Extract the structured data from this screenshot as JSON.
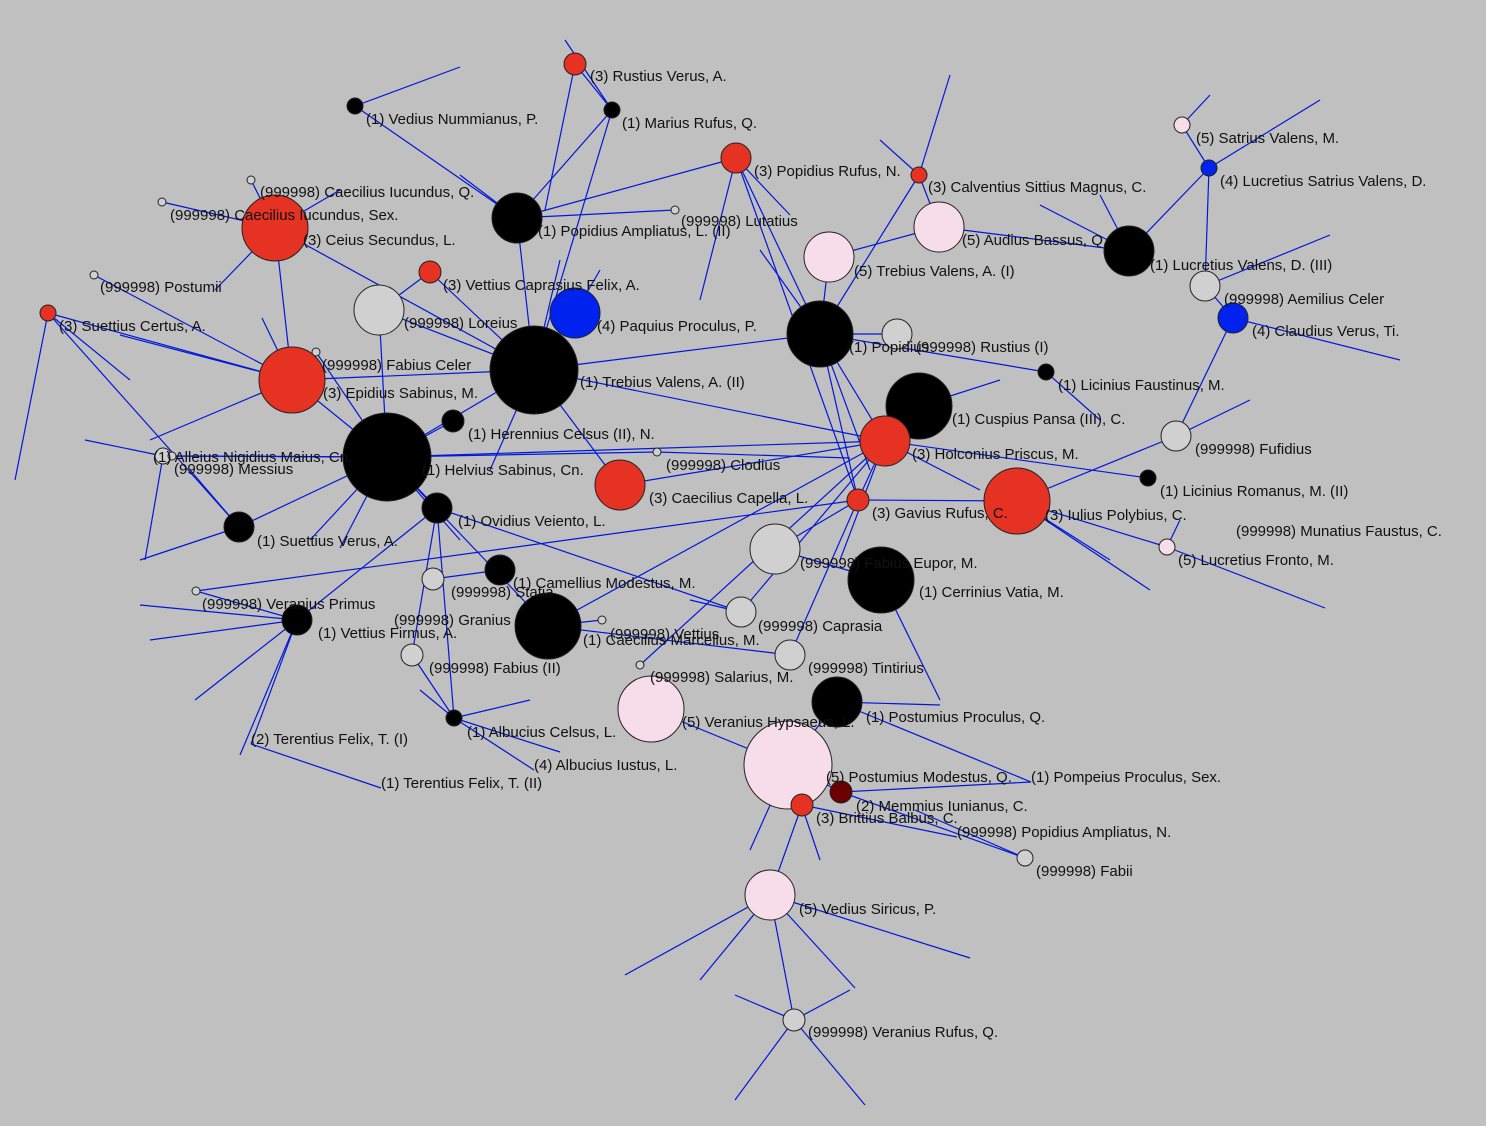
{
  "palette": {
    "background": "#c0c0c0",
    "edge": "#0018d8",
    "group1": "#000000",
    "group2": "#6b0000",
    "group3": "#e53222",
    "group4": "#0022ee",
    "group5": "#f7dde9",
    "group999998": "#d0d0d0"
  },
  "nodes": [
    {
      "label": "(3) Rustius Verus, A.",
      "group": "3",
      "size": "s"
    },
    {
      "label": "(1) Vedius Nummianus, P.",
      "group": "1",
      "size": "xs"
    },
    {
      "label": "(1) Marius Rufus, Q.",
      "group": "1",
      "size": "xs"
    },
    {
      "label": "(3) Popidius Rufus, N.",
      "group": "3",
      "size": "m"
    },
    {
      "label": "(999998) Caecilius Iucundus, Q.",
      "group": "999998",
      "size": "xxs"
    },
    {
      "label": "(999998) Caecilius Iucundus, Sex.",
      "group": "999998",
      "size": "xxs"
    },
    {
      "label": "(3) Ceius Secundus, L.",
      "group": "3",
      "size": "xl"
    },
    {
      "label": "(1) Popidius Ampliatus, L. (II)",
      "group": "1",
      "size": "l"
    },
    {
      "label": "(999998) Lutatius",
      "group": "999998",
      "size": "xxs"
    },
    {
      "label": "(999998) Postumii",
      "group": "999998",
      "size": "xxs"
    },
    {
      "label": "(3) Vettius Caprasius Felix, A.",
      "group": "3",
      "size": "s"
    },
    {
      "label": "(3) Suettius Certus, A.",
      "group": "3",
      "size": "xs"
    },
    {
      "label": "(999998) Loreius",
      "group": "999998",
      "size": "l"
    },
    {
      "label": "(4) Paquius Proculus, P.",
      "group": "4",
      "size": "l"
    },
    {
      "label": "(999998) Fabius Celer",
      "group": "999998",
      "size": "xxs"
    },
    {
      "label": "(3) Epidius Sabinus, M.",
      "group": "3",
      "size": "xl"
    },
    {
      "label": "(1) Trebius Valens, A. (II)",
      "group": "1",
      "size": "xxl"
    },
    {
      "label": "(1) Herennius Celsus (II), N.",
      "group": "1",
      "size": "s"
    },
    {
      "label": "(1) Alleius Nigidius Maius, Cn.",
      "group": "999998",
      "size": "xs"
    },
    {
      "label": "(999998) Messius",
      "group": "999998",
      "size": "xxs"
    },
    {
      "label": "(1) Helvius Sabinus, Cn.",
      "group": "1",
      "size": "xxl"
    },
    {
      "label": "(999998) Clodius",
      "group": "999998",
      "size": "xxs"
    },
    {
      "label": "(1) Suettius Verus, A.",
      "group": "1",
      "size": "m"
    },
    {
      "label": "(1) Ovidius Veiento, L.",
      "group": "1",
      "size": "m"
    },
    {
      "label": "(3) Caecilius Capella, L.",
      "group": "3",
      "size": "l"
    },
    {
      "label": "(1) Camellius Modestus, M.",
      "group": "1",
      "size": "m"
    },
    {
      "label": "(999998) Statia",
      "group": "999998",
      "size": "s"
    },
    {
      "label": "(999998) Veranius Primus",
      "group": "999998",
      "size": "xxs"
    },
    {
      "label": "(999998) Granius",
      "group": "999998",
      "size": "xxs"
    },
    {
      "label": "(1) Vettius Firmus, A.",
      "group": "1",
      "size": "m"
    },
    {
      "label": "(1) Caecilius Marcellus, M.",
      "group": "1",
      "size": "xl"
    },
    {
      "label": "(999998) Vettius",
      "group": "999998",
      "size": "xxs"
    },
    {
      "label": "(999998) Fabius (II)",
      "group": "999998",
      "size": "s"
    },
    {
      "label": "(999998) Salarius, M.",
      "group": "999998",
      "size": "xs"
    },
    {
      "label": "(2) Terentius Felix, T. (I)",
      "group": "999998",
      "size": "none"
    },
    {
      "label": "(1) Albucius Celsus, L.",
      "group": "1",
      "size": "xs"
    },
    {
      "label": "(1) Terentius Felix, T. (II)",
      "group": "999998",
      "size": "none"
    },
    {
      "label": "(4) Albucius Iustus, L.",
      "group": "999998",
      "size": "none"
    },
    {
      "label": "(5) Veranius Hypsaeus, L.",
      "group": "5",
      "size": "xl"
    },
    {
      "label": "(5) Postumius Modestus, Q.",
      "group": "5",
      "size": "xxl"
    },
    {
      "label": "(2) Memmius Iunianus, C.",
      "group": "2",
      "size": "s"
    },
    {
      "label": "(3) Brittius Balbus, C.",
      "group": "3",
      "size": "s"
    },
    {
      "label": "(5) Vedius Siricus, P.",
      "group": "5",
      "size": "l"
    },
    {
      "label": "(999998) Veranius Rufus, Q.",
      "group": "999998",
      "size": "s"
    },
    {
      "label": "(3) Calventius Sittius Magnus, C.",
      "group": "3",
      "size": "xs"
    },
    {
      "label": "(5) Audius Bassus, Q.",
      "group": "5",
      "size": "l"
    },
    {
      "label": "(5) Trebius Valens, A. (I)",
      "group": "5",
      "size": "l"
    },
    {
      "label": "(1) Popidius",
      "group": "1",
      "size": "xl"
    },
    {
      "label": "(999998) Rustius (I)",
      "group": "999998",
      "size": "m"
    },
    {
      "label": "(1) Cuspius Pansa (III), C.",
      "group": "1",
      "size": "xl"
    },
    {
      "label": "(3) Holconius Priscus, M.",
      "group": "3",
      "size": "l"
    },
    {
      "label": "(3) Gavius Rufus, C.",
      "group": "3",
      "size": "s"
    },
    {
      "label": "(999998) Fabius Eupor, M.",
      "group": "999998",
      "size": "l"
    },
    {
      "label": "(1) Cerrinius Vatia, M.",
      "group": "1",
      "size": "xl"
    },
    {
      "label": "(999998) Caprasia",
      "group": "999998",
      "size": "m"
    },
    {
      "label": "(999998) Tintirius",
      "group": "999998",
      "size": "m"
    },
    {
      "label": "(1) Postumius Proculus, Q.",
      "group": "1",
      "size": "l"
    },
    {
      "label": "(999998) Popidius Ampliatus, N.",
      "group": "999998",
      "size": "none"
    },
    {
      "label": "(999998) Fabii",
      "group": "999998",
      "size": "xs"
    },
    {
      "label": "(1) Pompeius Proculus, Sex.",
      "group": "999998",
      "size": "none"
    },
    {
      "label": "(5) Satrius Valens, M.",
      "group": "5",
      "size": "xs"
    },
    {
      "label": "(4) Lucretius Satrius Valens, D.",
      "group": "4",
      "size": "xs"
    },
    {
      "label": "(1) Lucretius Valens, D. (III)",
      "group": "1",
      "size": "l"
    },
    {
      "label": "(999998) Aemilius Celer",
      "group": "999998",
      "size": "m"
    },
    {
      "label": "(4) Claudius Verus, Ti.",
      "group": "4",
      "size": "m"
    },
    {
      "label": "(1) Licinius Faustinus, M.",
      "group": "1",
      "size": "xs"
    },
    {
      "label": "(999998) Fufidius",
      "group": "999998",
      "size": "m"
    },
    {
      "label": "(1) Licinius Romanus, M. (II)",
      "group": "1",
      "size": "xs"
    },
    {
      "label": "(3) Iulius Polybius, C.",
      "group": "3",
      "size": "xl"
    },
    {
      "label": "(999998) Munatius Faustus, C.",
      "group": "999998",
      "size": "none"
    },
    {
      "label": "(5) Lucretius Fronto, M.",
      "group": "5",
      "size": "xs"
    }
  ],
  "edges": [
    [
      "(3) Rustius Verus, A.",
      "(1) Marius Rufus, Q."
    ],
    [
      "(1) Marius Rufus, Q.",
      "(1) Popidius Ampliatus, L. (II)"
    ],
    [
      "(1) Marius Rufus, Q.",
      "(1) Trebius Valens, A. (II)"
    ],
    [
      "(1) Vedius Nummianus, P.",
      "(1) Popidius Ampliatus, L. (II)"
    ],
    [
      "(3) Popidius Rufus, N.",
      "(1) Popidius Ampliatus, L. (II)"
    ],
    [
      "(3) Popidius Rufus, N.",
      "(1) Popidius"
    ],
    [
      "(3) Popidius Rufus, N.",
      "(3) Gavius Rufus, C."
    ],
    [
      "(999998) Caecilius Iucundus, Q.",
      "(3) Ceius Secundus, L."
    ],
    [
      "(999998) Caecilius Iucundus, Sex.",
      "(3) Ceius Secundus, L."
    ],
    [
      "(3) Ceius Secundus, L.",
      "(1) Trebius Valens, A. (II)"
    ],
    [
      "(3) Ceius Secundus, L.",
      "(3) Epidius Sabinus, M."
    ],
    [
      "(1) Popidius Ampliatus, L. (II)",
      "(999998) Lutatius"
    ],
    [
      "(1) Popidius Ampliatus, L. (II)",
      "(1) Trebius Valens, A. (II)"
    ],
    [
      "(3) Vettius Caprasius Felix, A.",
      "(999998) Loreius"
    ],
    [
      "(3) Vettius Caprasius Felix, A.",
      "(1) Trebius Valens, A. (II)"
    ],
    [
      "(3) Suettius Certus, A.",
      "(3) Epidius Sabinus, M."
    ],
    [
      "(3) Suettius Certus, A.",
      "(1) Suettius Verus, A."
    ],
    [
      "(999998) Postumii",
      "(3) Epidius Sabinus, M."
    ],
    [
      "(999998) Loreius",
      "(1) Trebius Valens, A. (II)"
    ],
    [
      "(999998) Loreius",
      "(1) Helvius Sabinus, Cn."
    ],
    [
      "(4) Paquius Proculus, P.",
      "(1) Trebius Valens, A. (II)"
    ],
    [
      "(999998) Fabius Celer",
      "(1) Helvius Sabinus, Cn."
    ],
    [
      "(3) Epidius Sabinus, M.",
      "(1) Trebius Valens, A. (II)"
    ],
    [
      "(3) Epidius Sabinus, M.",
      "(1) Helvius Sabinus, Cn."
    ],
    [
      "(1) Trebius Valens, A. (II)",
      "(1) Popidius"
    ],
    [
      "(1) Trebius Valens, A. (II)",
      "(3) Holconius Priscus, M."
    ],
    [
      "(1) Trebius Valens, A. (II)",
      "(1) Helvius Sabinus, Cn."
    ],
    [
      "(1) Herennius Celsus (II), N.",
      "(1) Helvius Sabinus, Cn."
    ],
    [
      "(1) Alleius Nigidius Maius, Cn.",
      "(1) Helvius Sabinus, Cn."
    ],
    [
      "(999998) Messius",
      "(1) Helvius Sabinus, Cn."
    ],
    [
      "(1) Helvius Sabinus, Cn.",
      "(1) Suettius Verus, A."
    ],
    [
      "(1) Helvius Sabinus, Cn.",
      "(1) Ovidius Veiento, L."
    ],
    [
      "(1) Helvius Sabinus, Cn.",
      "(999998) Clodius"
    ],
    [
      "(1) Helvius Sabinus, Cn.",
      "(3) Holconius Priscus, M."
    ],
    [
      "(1) Ovidius Veiento, L.",
      "(1) Vettius Firmus, A."
    ],
    [
      "(1) Ovidius Veiento, L.",
      "(999998) Fabius (II)"
    ],
    [
      "(1) Ovidius Veiento, L.",
      "(999998) Caprasia"
    ],
    [
      "(3) Caecilius Capella, L.",
      "(3) Holconius Priscus, M."
    ],
    [
      "(3) Caecilius Capella, L.",
      "(1) Trebius Valens, A. (II)"
    ],
    [
      "(999998) Veranius Primus",
      "(3) Gavius Rufus, C."
    ],
    [
      "(1) Vettius Firmus, A.",
      "(2) Terentius Felix, T. (I)"
    ],
    [
      "(1) Vettius Firmus, A.",
      "(999998) Veranius Primus"
    ],
    [
      "(999998) Fabius (II)",
      "(1) Albucius Celsus, L."
    ],
    [
      "(1) Caecilius Marcellus, M.",
      "(1) Helvius Sabinus, Cn."
    ],
    [
      "(1) Caecilius Marcellus, M.",
      "(3) Holconius Priscus, M."
    ],
    [
      "(1) Caecilius Marcellus, M.",
      "(999998) Salarius, M."
    ],
    [
      "(1) Albucius Celsus, L.",
      "(4) Albucius Iustus, L."
    ],
    [
      "(1) Albucius Celsus, L.",
      "(1) Ovidius Veiento, L."
    ],
    [
      "(2) Terentius Felix, T. (I)",
      "(1) Terentius Felix, T. (II)"
    ],
    [
      "(5) Veranius Hypsaeus, L.",
      "(5) Postumius Modestus, Q."
    ],
    [
      "(5) Postumius Modestus, Q.",
      "(2) Memmius Iunianus, C."
    ],
    [
      "(5) Postumius Modestus, Q.",
      "(3) Brittius Balbus, C."
    ],
    [
      "(5) Postumius Modestus, Q.",
      "(1) Postumius Proculus, Q."
    ],
    [
      "(3) Brittius Balbus, C.",
      "(5) Vedius Siricus, P."
    ],
    [
      "(3) Brittius Balbus, C.",
      "(999998) Popidius Ampliatus, N."
    ],
    [
      "(5) Vedius Siricus, P.",
      "(999998) Veranius Rufus, Q."
    ],
    [
      "(2) Memmius Iunianus, C.",
      "(999998) Fabii"
    ],
    [
      "(2) Memmius Iunianus, C.",
      "(1) Pompeius Proculus, Sex."
    ],
    [
      "(3) Calventius Sittius Magnus, C.",
      "(5) Audius Bassus, Q."
    ],
    [
      "(3) Calventius Sittius Magnus, C.",
      "(1) Popidius"
    ],
    [
      "(5) Trebius Valens, A. (I)",
      "(1) Popidius"
    ],
    [
      "(5) Trebius Valens, A. (I)",
      "(5) Audius Bassus, Q."
    ],
    [
      "(1) Popidius",
      "(999998) Rustius (I)"
    ],
    [
      "(1) Popidius",
      "(3) Holconius Priscus, M."
    ],
    [
      "(1) Popidius",
      "(3) Gavius Rufus, C."
    ],
    [
      "(1) Popidius",
      "(1) Licinius Faustinus, M."
    ],
    [
      "(1) Cuspius Pansa (III), C.",
      "(3) Holconius Priscus, M."
    ],
    [
      "(3) Holconius Priscus, M.",
      "(3) Gavius Rufus, C."
    ],
    [
      "(3) Holconius Priscus, M.",
      "(1) Licinius Romanus, M. (II)"
    ],
    [
      "(3) Gavius Rufus, C.",
      "(3) Iulius Polybius, C."
    ],
    [
      "(3) Gavius Rufus, C.",
      "(999998) Fabius Eupor, M."
    ],
    [
      "(999998) Fabius Eupor, M.",
      "(1) Cerrinius Vatia, M."
    ],
    [
      "(999998) Caprasia",
      "(3) Holconius Priscus, M."
    ],
    [
      "(999998) Tintirius",
      "(3) Gavius Rufus, C."
    ],
    [
      "(1) Postumius Proculus, Q.",
      "(1) Pompeius Proculus, Sex."
    ],
    [
      "(3) Iulius Polybius, C.",
      "(999998) Fufidius"
    ],
    [
      "(3) Iulius Polybius, C.",
      "(5) Lucretius Fronto, M."
    ],
    [
      "(999998) Fufidius",
      "(4) Claudius Verus, Ti."
    ],
    [
      "(4) Claudius Verus, Ti.",
      "(999998) Aemilius Celer"
    ],
    [
      "(1) Lucretius Valens, D. (III)",
      "(4) Lucretius Satrius Valens, D."
    ],
    [
      "(1) Lucretius Valens, D. (III)",
      "(5) Audius Bassus, Q."
    ],
    [
      "(4) Lucretius Satrius Valens, D.",
      "(5) Satrius Valens, M."
    ],
    [
      "(4) Lucretius Satrius Valens, D.",
      "(999998) Aemilius Celer"
    ],
    [
      "(999998) Vettius",
      "(3) Holconius Priscus, M."
    ],
    [
      "(999998) Statia",
      "(1) Camellius Modestus, M."
    ],
    [
      "(999998) Granius",
      "(1) Caecilius Marcellus, M."
    ]
  ]
}
